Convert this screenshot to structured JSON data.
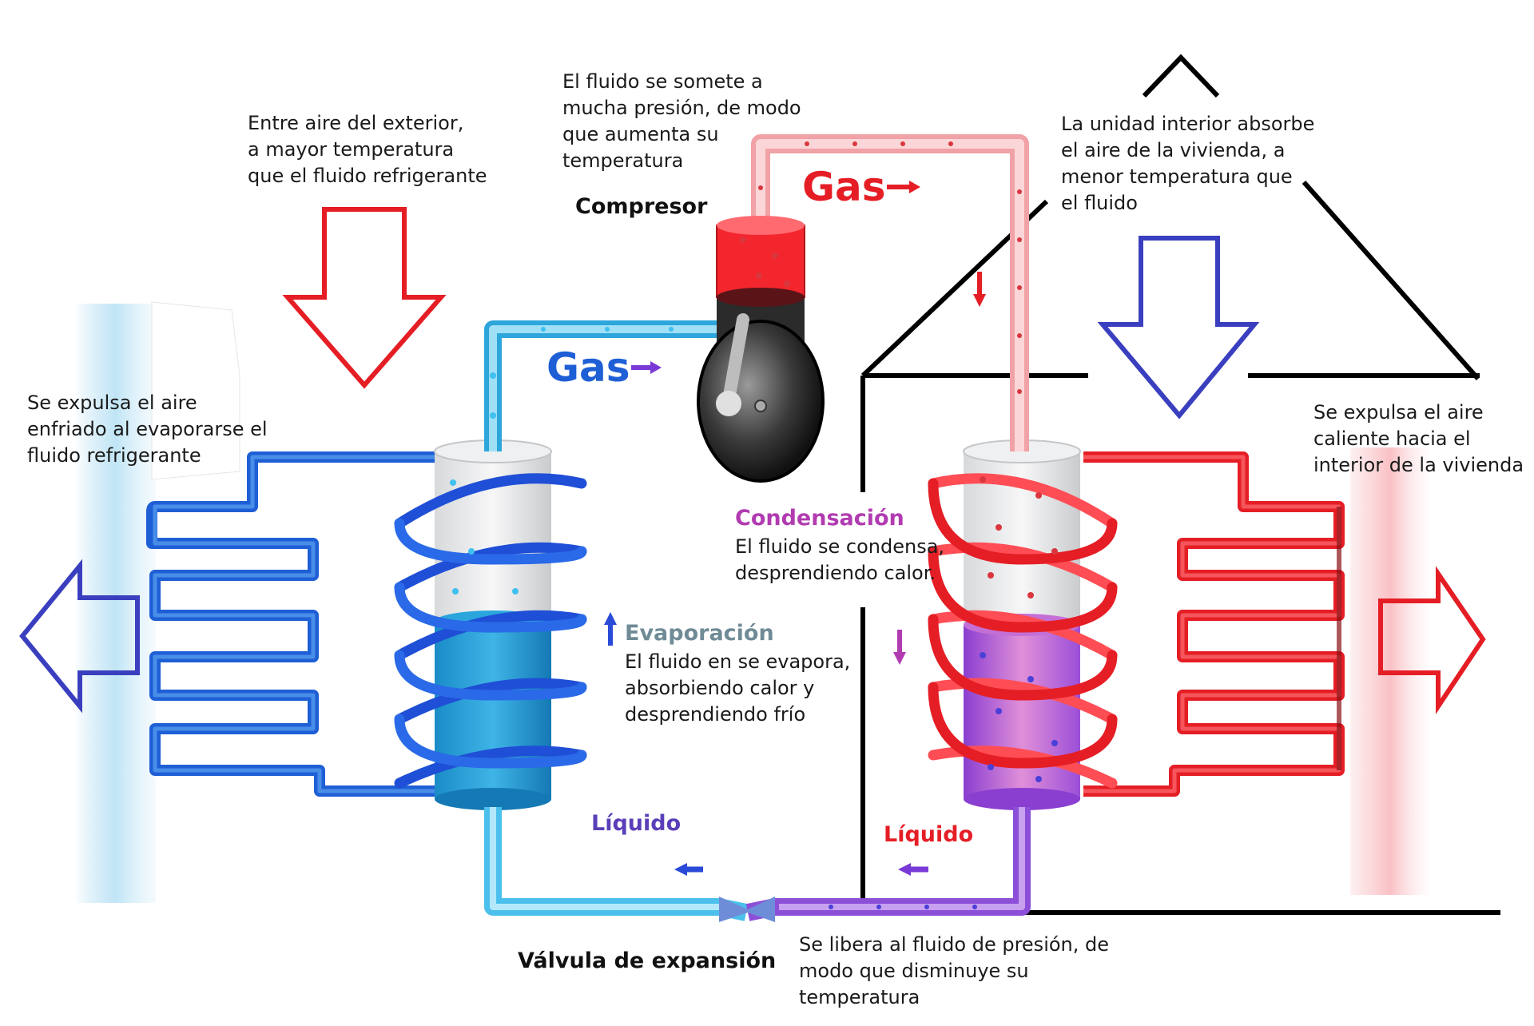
{
  "notes": {
    "outside_air_in": [
      "Entre aire del exterior,",
      "a mayor temperatura",
      "que el fluido refrigerante"
    ],
    "cold_air_out": [
      "Se expulsa el aire",
      "enfriado al evaporarse el",
      "fluido refrigerante"
    ],
    "compressor_desc": [
      "El fluido se somete a",
      "mucha presión, de modo",
      "que aumenta su",
      "temperatura"
    ],
    "indoor_unit_desc": [
      "La unidad interior absorbe",
      "el aire de la vivienda, a",
      "menor temperatura que",
      "el fluido"
    ],
    "warm_air_out": [
      "Se expulsa el aire",
      "caliente hacia el",
      "interior de la vivienda"
    ],
    "condensation_desc": [
      "El fluido se condensa,",
      "desprendiendo calor."
    ],
    "evaporation_desc": [
      "El fluido en se evapora,",
      "absorbiendo calor y",
      "desprendiendo frío"
    ],
    "valve_desc": [
      "Se libera al fluido de presión, de",
      "modo que disminuye su",
      "temperatura"
    ]
  },
  "labels": {
    "compressor": "Compresor",
    "gas_hot": "Gas",
    "gas_cold": "Gas",
    "condensation": "Condensación",
    "evaporation": "Evaporación",
    "liquid_left": "Líquido",
    "liquid_right": "Líquido",
    "valve": "Válvula de expansión"
  },
  "colors": {
    "cold": "#1f5fd6",
    "hot": "#e51e25",
    "condensation": "#b13bb0",
    "evaporation": "#6f8b96",
    "liquid_left": "#5a3fb8",
    "liquid_right": "#e51e25",
    "house_outline": "#000000"
  },
  "icons": [
    "arrow-down-icon",
    "arrow-left-icon",
    "arrow-right-icon",
    "arrow-up-icon"
  ]
}
